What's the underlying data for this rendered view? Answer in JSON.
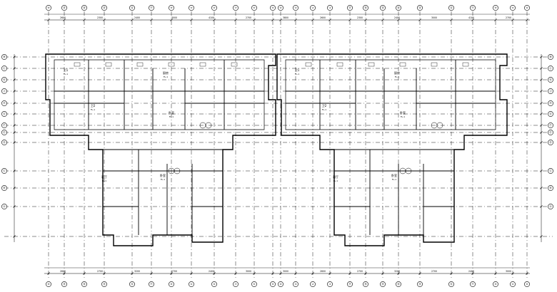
{
  "drawing": {
    "top_axes": [
      "⑩",
      "⑮",
      "⑭",
      "⑬",
      "⑫",
      "⑪",
      "⑩",
      "⑨",
      "⑧",
      "⑦",
      "⑥",
      "⑤",
      "④",
      "③",
      "②",
      "①",
      "⑰",
      "⑯",
      "⑮",
      "⑭",
      "⑬",
      "⑫",
      "⑪",
      "⑩",
      "⑨",
      "⑧",
      "⑦",
      "⑥",
      "⑤",
      "④",
      "③"
    ],
    "bottom_axes": [
      "⑩",
      "⑮",
      "⑭",
      "⑬",
      "⑫",
      "⑪",
      "⑩",
      "⑨",
      "⑧",
      "⑦",
      "⑥",
      "⑤",
      "④",
      "③",
      "②",
      "①",
      "⑰",
      "⑯",
      "⑮",
      "⑭",
      "⑬",
      "⑫",
      "⑪",
      "⑩",
      "⑨",
      "⑧",
      "⑦",
      "⑥",
      "⑤",
      "④",
      "③"
    ],
    "left_axes": [
      "Ⓜ",
      "Ⓛ",
      "Ⓚ",
      "Ⓙ",
      "Ⓗ",
      "Ⓖ",
      "Ⓕ",
      "Ⓔ",
      "Ⓓ",
      "Ⓒ",
      "Ⓑ",
      "Ⓐ"
    ],
    "right_axes": [
      "Ⓜ",
      "Ⓛ",
      "Ⓚ",
      "Ⓙ",
      "Ⓗ",
      "Ⓖ",
      "Ⓕ",
      "Ⓔ",
      "Ⓓ",
      "Ⓒ",
      "Ⓑ",
      "Ⓐ"
    ],
    "top_dims": [
      "2600",
      "2300",
      "2400",
      "3000",
      "4100",
      "2700",
      "3800",
      "2600",
      "2300",
      "2400",
      "3000",
      "4100",
      "2700"
    ],
    "bottom_dims": [
      "2600",
      "2700",
      "3200",
      "2700",
      "2400",
      "3000",
      "3000",
      "2600",
      "2700",
      "3200",
      "2700",
      "2400",
      "3000"
    ],
    "room_tags": [
      "卫1",
      "卫2",
      "厨房",
      "卧室",
      "客厅",
      "卧室",
      "卫1",
      "卫2",
      "厨房",
      "卧室",
      "客厅",
      "卧室"
    ],
    "room_subs": [
      "FL-1",
      "FL-1",
      "FL-1",
      "FL-1",
      "FL-1",
      "FL-1",
      "FL-1",
      "FL-1",
      "FL-1",
      "FL-1",
      "FL-1",
      "FL-1"
    ]
  }
}
